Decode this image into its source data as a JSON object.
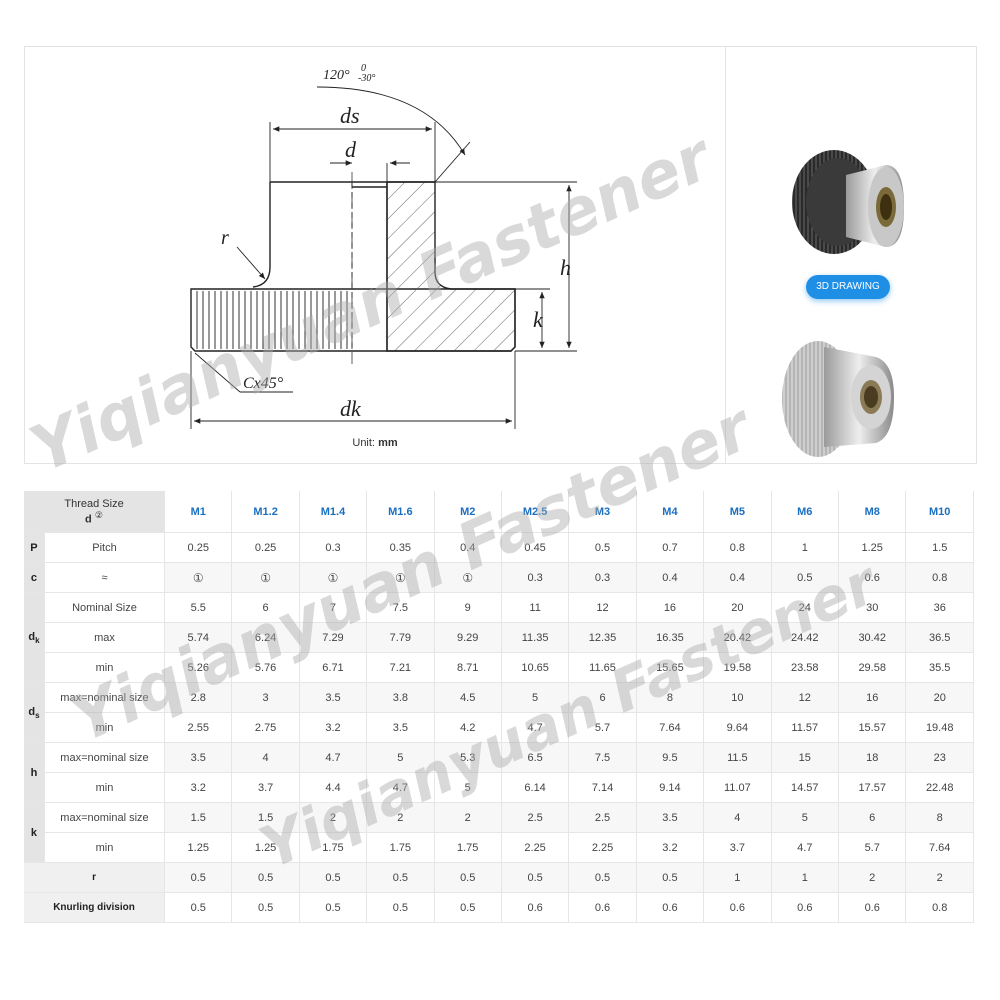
{
  "drawing": {
    "labels": {
      "angle": "120°",
      "angle_tol_upper": "0",
      "angle_tol_lower": "-30°",
      "ds": "ds",
      "d": "d",
      "r": "r",
      "h": "h",
      "k": "k",
      "chamfer": "Cx45°",
      "dk": "dk"
    },
    "unit_prefix": "Unit:",
    "unit": "mm"
  },
  "models": {
    "button_label": "3D DRAWING"
  },
  "watermarks": [
    "Yiqianyuan Fastener",
    "Yiqianyuan Fastener",
    "Yiqianyuan Fastener"
  ],
  "table": {
    "corner_title": "Thread Size",
    "corner_symbol": "d",
    "corner_note": "②",
    "sizes": [
      "M1",
      "M1.2",
      "M1.4",
      "M1.6",
      "M2",
      "M2.5",
      "M3",
      "M4",
      "M5",
      "M6",
      "M8",
      "M10"
    ],
    "rows": {
      "pitch": {
        "sym": "P",
        "label": "Pitch",
        "values": [
          "0.25",
          "0.25",
          "0.3",
          "0.35",
          "0.4",
          "0.45",
          "0.5",
          "0.7",
          "0.8",
          "1",
          "1.25",
          "1.5"
        ]
      },
      "c": {
        "sym": "c",
        "label": "≈",
        "values": [
          "①",
          "①",
          "①",
          "①",
          "①",
          "0.3",
          "0.3",
          "0.4",
          "0.4",
          "0.5",
          "0.6",
          "0.8"
        ]
      },
      "dk_nom": {
        "sym": "d",
        "sub": "k",
        "label": "Nominal Size",
        "values": [
          "5.5",
          "6",
          "7",
          "7.5",
          "9",
          "11",
          "12",
          "16",
          "20",
          "24",
          "30",
          "36"
        ]
      },
      "dk_max": {
        "label": "max",
        "values": [
          "5.74",
          "6.24",
          "7.29",
          "7.79",
          "9.29",
          "11.35",
          "12.35",
          "16.35",
          "20.42",
          "24.42",
          "30.42",
          "36.5"
        ]
      },
      "dk_min": {
        "label": "min",
        "values": [
          "5.26",
          "5.76",
          "6.71",
          "7.21",
          "8.71",
          "10.65",
          "11.65",
          "15.65",
          "19.58",
          "23.58",
          "29.58",
          "35.5"
        ]
      },
      "ds_max": {
        "sym": "d",
        "sub": "s",
        "label": "max=nominal size",
        "values": [
          "2.8",
          "3",
          "3.5",
          "3.8",
          "4.5",
          "5",
          "6",
          "8",
          "10",
          "12",
          "16",
          "20"
        ]
      },
      "ds_min": {
        "label": "min",
        "values": [
          "2.55",
          "2.75",
          "3.2",
          "3.5",
          "4.2",
          "4.7",
          "5.7",
          "7.64",
          "9.64",
          "11.57",
          "15.57",
          "19.48"
        ]
      },
      "h_max": {
        "sym": "h",
        "label": "max=nominal size",
        "values": [
          "3.5",
          "4",
          "4.7",
          "5",
          "5.3",
          "6.5",
          "7.5",
          "9.5",
          "11.5",
          "15",
          "18",
          "23"
        ]
      },
      "h_min": {
        "label": "min",
        "values": [
          "3.2",
          "3.7",
          "4.4",
          "4.7",
          "5",
          "6.14",
          "7.14",
          "9.14",
          "11.07",
          "14.57",
          "17.57",
          "22.48"
        ]
      },
      "k_max": {
        "sym": "k",
        "label": "max=nominal size",
        "values": [
          "1.5",
          "1.5",
          "2",
          "2",
          "2",
          "2.5",
          "2.5",
          "3.5",
          "4",
          "5",
          "6",
          "8"
        ]
      },
      "k_min": {
        "label": "min",
        "values": [
          "1.25",
          "1.25",
          "1.75",
          "1.75",
          "1.75",
          "2.25",
          "2.25",
          "3.2",
          "3.7",
          "4.7",
          "5.7",
          "7.64"
        ]
      },
      "r": {
        "sym": "r",
        "values": [
          "0.5",
          "0.5",
          "0.5",
          "0.5",
          "0.5",
          "0.5",
          "0.5",
          "0.5",
          "1",
          "1",
          "2",
          "2"
        ]
      },
      "knurl": {
        "sym": "Knurling division",
        "values": [
          "0.5",
          "0.5",
          "0.5",
          "0.5",
          "0.5",
          "0.6",
          "0.6",
          "0.6",
          "0.6",
          "0.6",
          "0.6",
          "0.8"
        ]
      }
    }
  }
}
